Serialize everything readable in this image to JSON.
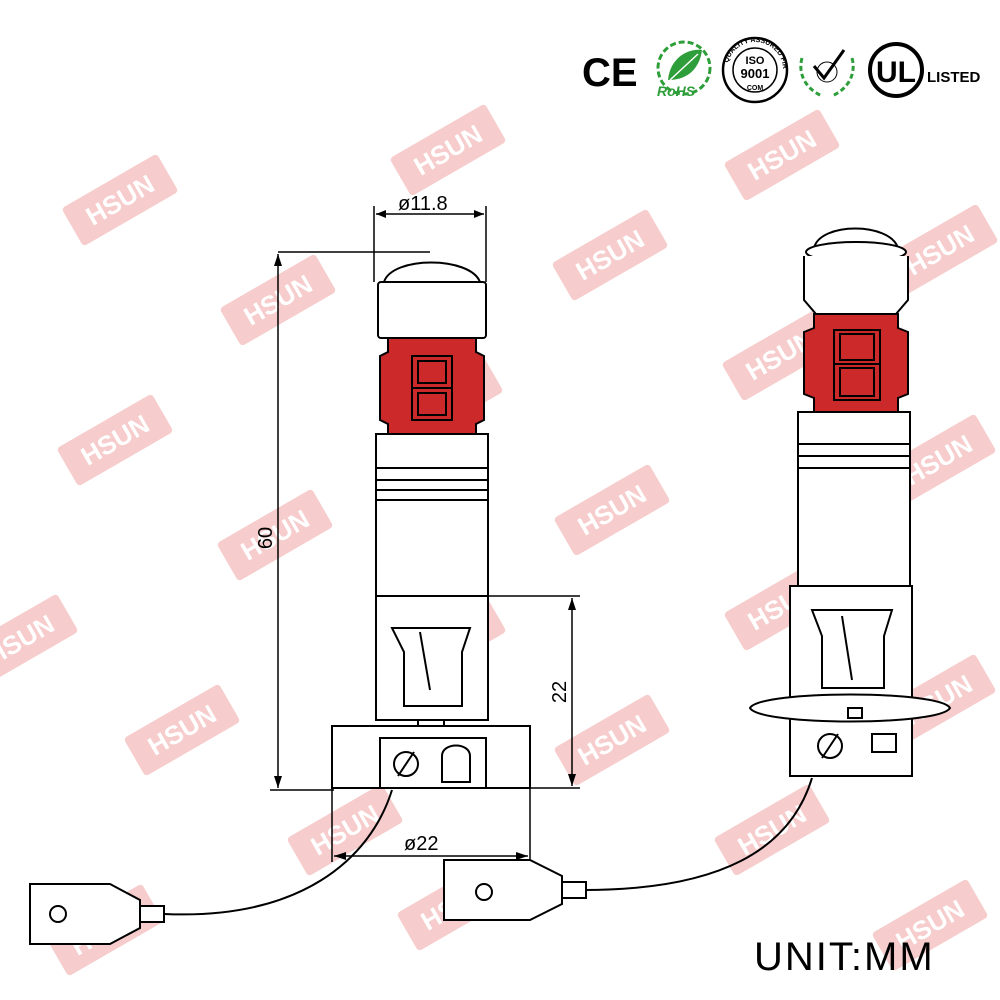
{
  "watermark": {
    "text": "HSUN",
    "color": "#f6cccc"
  },
  "certifications": {
    "ce": "CE",
    "rohs": "RoHS",
    "iso_ring": "QUALITY ASSURED FIRM",
    "iso": "ISO",
    "iso_number": "9001",
    "iso_sub": "COM",
    "ul": "UL",
    "ul_listed": "LISTED"
  },
  "dimensions": {
    "lens_diameter": "ø11.8",
    "total_length": "60",
    "base_height": "22",
    "base_diameter": "ø22"
  },
  "unit_label": "UNIT:MM",
  "colors": {
    "led": "#cc2a2a",
    "line": "#000000",
    "rohs_green": "#2e9e3a"
  }
}
